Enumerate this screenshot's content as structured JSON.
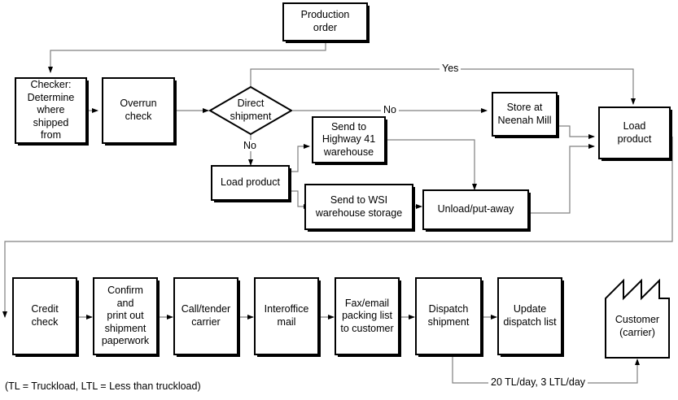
{
  "diagram": {
    "title_note": "(TL = Truckload, LTL = Less than truckload)",
    "nodes": {
      "production_order": "Production order",
      "checker": "Checker: Determine where shipped from",
      "overrun_check": "Overrun check",
      "direct_shipment": "Direct shipment",
      "load_product_left": "Load product",
      "send_highway41": "Send to Highway 41 warehouse",
      "send_wsi": "Send to WSI warehouse storage",
      "unload_putaway": "Unload/put-away",
      "store_neenah": "Store at Neenah Mill",
      "load_product_right": "Load product",
      "credit_check": "Credit check",
      "confirm_print": "Confirm and print out shipment paperwork",
      "call_tender": "Call/tender carrier",
      "interoffice_mail": "Interoffice mail",
      "fax_email": "Fax/email packing list to customer",
      "dispatch_shipment": "Dispatch shipment",
      "update_dispatch": "Update dispatch list",
      "customer": "Customer (carrier)"
    },
    "node_lines": {
      "production_order": [
        "Production",
        "order"
      ],
      "checker": [
        "Checker:",
        "Determine",
        "where shipped",
        "from"
      ],
      "overrun_check": [
        "Overrun",
        "check"
      ],
      "direct_shipment": [
        "Direct",
        "shipment"
      ],
      "load_product_left": [
        "Load product"
      ],
      "send_highway41": [
        "Send to",
        "Highway 41",
        "warehouse"
      ],
      "send_wsi": [
        "Send to WSI",
        "warehouse storage"
      ],
      "unload_putaway": [
        "Unload/put-away"
      ],
      "store_neenah": [
        "Store at",
        "Neenah Mill"
      ],
      "load_product_right": [
        "Load",
        "product"
      ],
      "credit_check": [
        "Credit",
        "check"
      ],
      "confirm_print": [
        "Confirm and",
        "print out",
        "shipment",
        "paperwork"
      ],
      "call_tender": [
        "Call/tender",
        "carrier"
      ],
      "interoffice_mail": [
        "Interoffice",
        "mail"
      ],
      "fax_email": [
        "Fax/email",
        "packing list",
        "to customer"
      ],
      "dispatch_shipment": [
        "Dispatch",
        "shipment"
      ],
      "update_dispatch": [
        "Update",
        "dispatch list"
      ],
      "customer": [
        "Customer",
        "(carrier)"
      ]
    },
    "edge_labels": {
      "yes": "Yes",
      "no_right": "No",
      "no_down": "No",
      "throughput": "20 TL/day,  3 LTL/day"
    },
    "colors": {
      "node_border": "#000000",
      "node_fill": "#ffffff",
      "wire": "#808080",
      "arrowhead": "#000000",
      "text": "#000000"
    }
  }
}
